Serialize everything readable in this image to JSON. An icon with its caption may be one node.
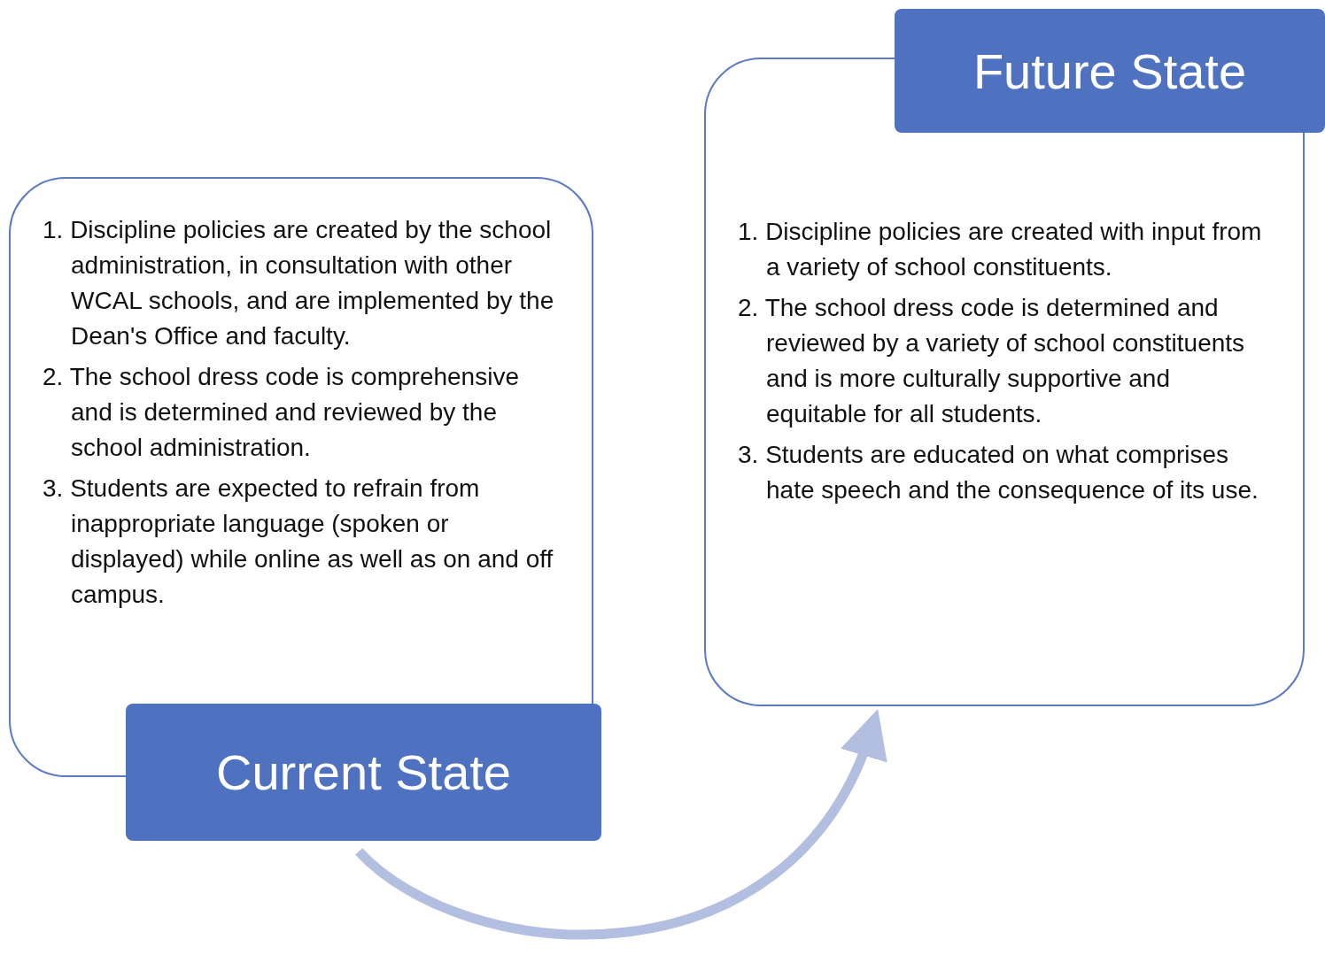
{
  "diagram": {
    "nodes": [
      {
        "text": [
          "1. Discipline policies are created by the school administration, in consultation with other WCAL schools, and are implemented by the Dean's Office and faculty.",
          "2. The school dress code is comprehensive and is determined and reviewed by the school administration.",
          "3. Students are expected to refrain from inappropriate language (spoken or displayed) while online as well as on and off campus."
        ]
      },
      {
        "text": [
          "Current State"
        ]
      },
      {
        "text": [
          "1. Discipline policies are created with input from a variety of school constituents.",
          "2. The school dress code is determined and reviewed by a variety of school constituents and is more culturally supportive and equitable for all students.",
          "3. Students are educated on what comprises hate speech and the consequence of its use."
        ]
      },
      {
        "text": [
          "Future State"
        ]
      }
    ],
    "edges": [
      {
        "from": 1,
        "to": 2,
        "arrow": "to"
      }
    ]
  }
}
